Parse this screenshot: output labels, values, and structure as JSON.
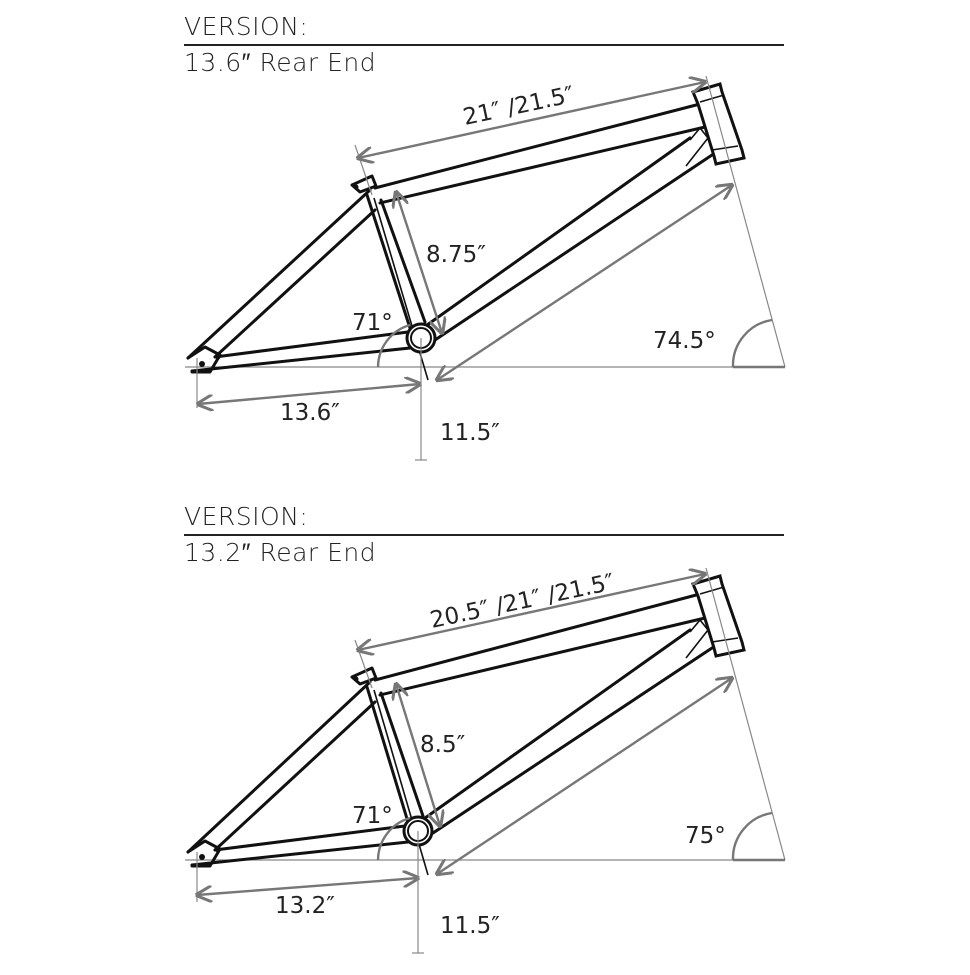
{
  "versions": [
    {
      "heading": "VERSION:",
      "rear_end": "13.6″ Rear End",
      "top_tube": "21″ /21.5″",
      "seat_tube": "8.75″",
      "seat_angle": "71°",
      "head_angle": "74.5°",
      "chainstay": "13.6″",
      "bb_height": "11.5″"
    },
    {
      "heading": "VERSION:",
      "rear_end": "13.2″ Rear End",
      "top_tube": "20.5″ /21″ /21.5″",
      "seat_tube": "8.5″",
      "seat_angle": "71°",
      "head_angle": "75°",
      "chainstay": "13.2″",
      "bb_height": "11.5″"
    }
  ],
  "colors": {
    "frame_line": "#111111",
    "dimension_line": "#777777",
    "text": "#222222"
  }
}
